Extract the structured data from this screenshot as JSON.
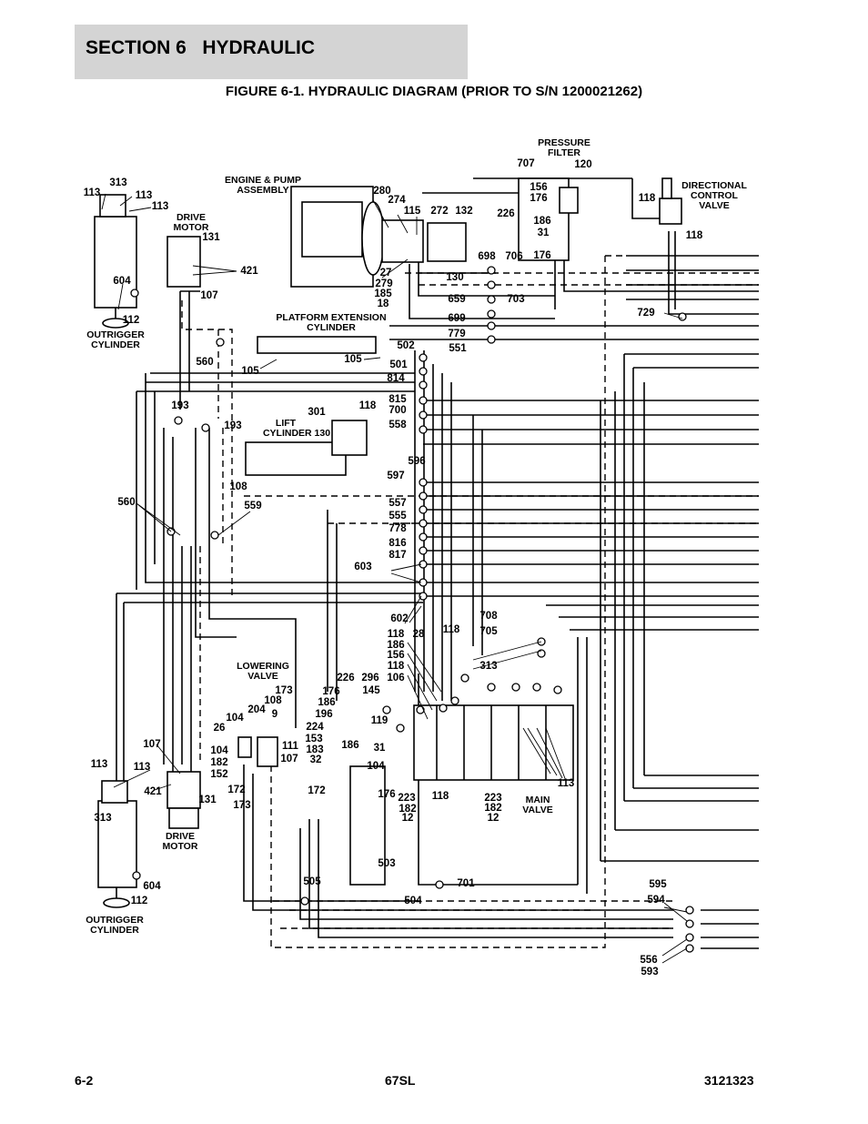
{
  "header": {
    "section": "SECTION 6   HYDRAULIC"
  },
  "figure_title": "FIGURE 6-1. HYDRAULIC DIAGRAM (PRIOR TO S/N 1200021262)",
  "component_labels": {
    "engine_pump": [
      "ENGINE & PUMP",
      "ASSEMBLY"
    ],
    "pressure_filter": [
      "PRESSURE",
      "FILTER"
    ],
    "directional_valve": [
      "DIRECTIONAL",
      "CONTROL",
      "VALVE"
    ],
    "drive_motor_top": [
      "DRIVE",
      "MOTOR"
    ],
    "drive_motor_bottom": [
      "DRIVE",
      "MOTOR"
    ],
    "outrigger_top": [
      "OUTRIGGER",
      "CYLINDER"
    ],
    "outrigger_bottom": [
      "OUTRIGGER",
      "CYLINDER"
    ],
    "platform_extension": [
      "PLATFORM EXTENSION",
      "CYLINDER"
    ],
    "lift_cylinder": [
      "LIFT",
      "CYLINDER 130"
    ],
    "lowering_valve": [
      "LOWERING",
      "VALVE"
    ],
    "main_valve": [
      "MAIN",
      "VALVE"
    ]
  },
  "callouts": [
    "313",
    "113",
    "113",
    "113",
    "604",
    "112",
    "131",
    "421",
    "107",
    "280",
    "274",
    "115",
    "272",
    "132",
    "27",
    "279",
    "185",
    "18",
    "130",
    "707",
    "120",
    "156",
    "176",
    "226",
    "186",
    "31",
    "176",
    "118",
    "118",
    "698",
    "706",
    "659",
    "703",
    "699",
    "779",
    "551",
    "729",
    "502",
    "105",
    "105",
    "501",
    "814",
    "815",
    "700",
    "558",
    "301",
    "118",
    "596",
    "597",
    "108",
    "557",
    "555",
    "778",
    "816",
    "817",
    "603",
    "602",
    "560",
    "193",
    "193",
    "560",
    "559",
    "708",
    "705",
    "118",
    "28",
    "118",
    "186",
    "156",
    "118",
    "106",
    "313",
    "226",
    "296",
    "176",
    "186",
    "196",
    "145",
    "173",
    "108",
    "204",
    "9",
    "104",
    "26",
    "224",
    "153",
    "183",
    "32",
    "111",
    "107",
    "119",
    "31",
    "186",
    "104",
    "104",
    "182",
    "152",
    "172",
    "173",
    "172",
    "176",
    "223",
    "182",
    "12",
    "118",
    "223",
    "182",
    "12",
    "113",
    "107",
    "113",
    "113",
    "421",
    "131",
    "313",
    "604",
    "112",
    "503",
    "505",
    "504",
    "701",
    "595",
    "594",
    "556",
    "593"
  ],
  "footer": {
    "page": "6-2",
    "model": "67SL",
    "doc_number": "3121323"
  }
}
